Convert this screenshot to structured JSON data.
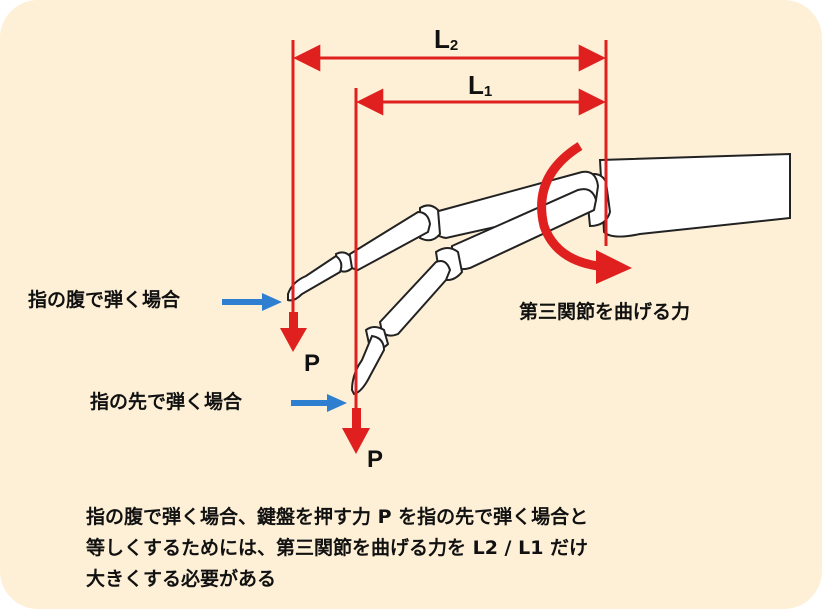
{
  "dimensions": {
    "l2": {
      "letter": "L",
      "sub": "2"
    },
    "l1": {
      "letter": "L",
      "sub": "1"
    }
  },
  "labels": {
    "pad_strike": "指の腹で弾く場合",
    "tip_strike": "指の先で弾く場合",
    "third_joint_force": "第三関節を曲げる力",
    "force_p_pad": "P",
    "force_p_tip": "P"
  },
  "note_lines": [
    "指の腹で弾く場合、鍵盤を押す力 P を指の先で弾く場合と",
    "等しくするためには、第三関節を曲げる力を L2 / L1 だけ",
    "大きくする必要がある"
  ],
  "colors": {
    "background": "#fdf0d6",
    "dimension_red": "#e01f1f",
    "pointer_blue": "#2f7fd0",
    "bone_outline": "#222222",
    "bone_fill": "#ffffff"
  },
  "icons": [
    "blue-pointer-arrow",
    "red-force-arrow",
    "red-curved-rotation-arrow"
  ]
}
